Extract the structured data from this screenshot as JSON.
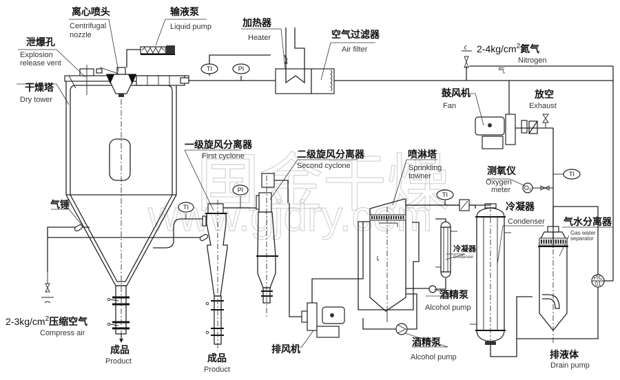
{
  "title": "Closed-cycle spray dryer process flow diagram",
  "watermark": {
    "brand": "国金干燥",
    "url": "www.gjdry.com"
  },
  "labels": {
    "centrifugal_nozzle": {
      "cn": "离心喷头",
      "en1": "Centrifugal",
      "en2": "nozzle"
    },
    "liquid_pump": {
      "cn": "输液泵",
      "en": "Liquid pump"
    },
    "explosion_vent": {
      "cn": "泄爆孔",
      "en1": "Explosion",
      "en2": "release vent"
    },
    "dry_tower": {
      "cn": "干燥塔",
      "en": "Dry tower"
    },
    "heater": {
      "cn": "加热器",
      "en": "Heater"
    },
    "air_filter": {
      "cn": "空气过滤器",
      "en": "Air filter"
    },
    "nitrogen": {
      "pressure": "2-4kg/cm",
      "sup": "2",
      "cn": "氮气",
      "en": "Nitrogen",
      "gas_mark": "气"
    },
    "fan": {
      "cn": "鼓风机",
      "en": "Fan"
    },
    "exhaust": {
      "cn": "放空",
      "en": "Exhaust"
    },
    "first_cyclone": {
      "cn": "一级旋风分离器",
      "en": "First cyclone"
    },
    "second_cyclone": {
      "cn": "二级旋风分离器",
      "en": "Second cyclone"
    },
    "sprinkling_tower": {
      "cn": "喷淋塔",
      "en1": "Sprinkling",
      "en2": "towner"
    },
    "oxygen_meter": {
      "cn": "测氧仪",
      "en1": "Oxygen",
      "en2": "meter",
      "symbol": "O₂"
    },
    "condenser_main": {
      "cn": "冷凝器",
      "en": "Condenser"
    },
    "condenser_small": {
      "cn": "冷凝器",
      "en": "Condenser"
    },
    "gas_water_separator": {
      "cn": "气水分离器",
      "en1": "Gas water",
      "en2": "separator"
    },
    "air_hammer": {
      "cn": "气锤"
    },
    "compress_air": {
      "pressure": "2-3kg/cm",
      "sup": "2",
      "cn": "压缩空气",
      "en": "Compress air"
    },
    "product_1": {
      "cn": "成品",
      "en": "Product"
    },
    "product_2": {
      "cn": "成品",
      "en": "Product"
    },
    "exhaust_fan": {
      "cn": "排风机"
    },
    "alcohol_pump_1": {
      "cn": "酒精泵",
      "en": "Alcohol pump"
    },
    "alcohol_pump_2": {
      "cn": "酒精泵",
      "en": "Alcohol pump"
    },
    "drain": {
      "cn": "排液体",
      "en": "Drain pump"
    }
  },
  "instruments": {
    "ti_inlet": "TI",
    "pi_inlet": "PI",
    "ti_cyclone": "TI",
    "pi_cyclone": "PI",
    "ti_sprinkler": "TI",
    "ti_return": "TI",
    "pic_line1": "PIC",
    "pic_line2": "01"
  }
}
